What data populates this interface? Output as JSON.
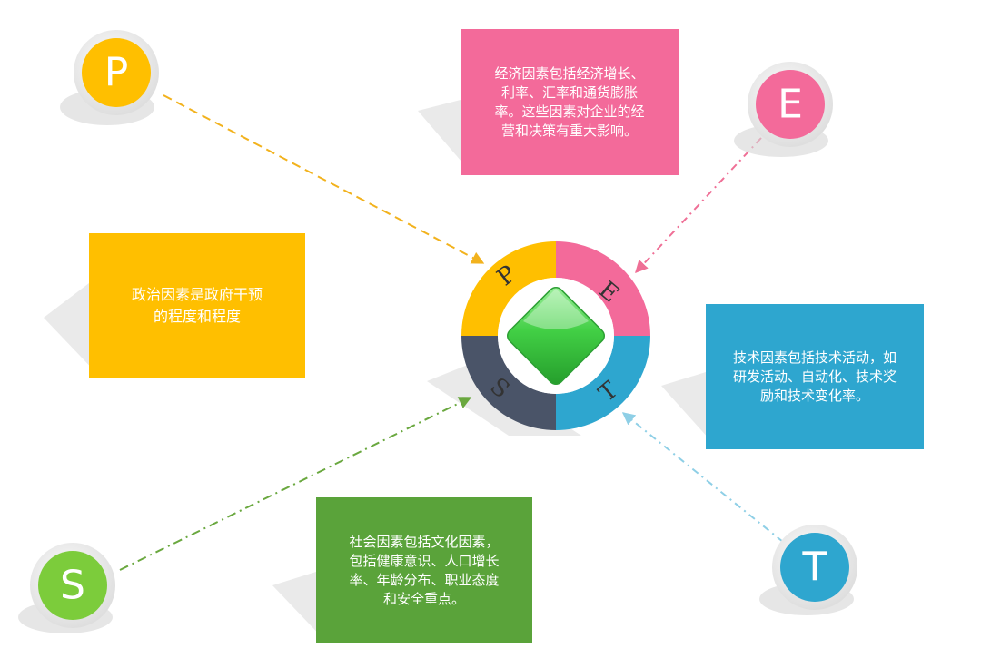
{
  "colors": {
    "political": "#ffbf00",
    "economic": "#f36a9a",
    "technological": "#2ea6cf",
    "social": "#5aa33a",
    "social_segment": "#4a5468",
    "center_diamond": "#3fcf4a"
  },
  "badges": {
    "p": "P",
    "e": "E",
    "s": "S",
    "t": "T"
  },
  "ring_letters": {
    "p": "P",
    "e": "E",
    "s": "S",
    "t": "T"
  },
  "boxes": {
    "political": [
      "政治因素是政府干预",
      "的程度和程度"
    ],
    "economic": [
      "经济因素包括经济增长、",
      "利率、汇率和通货膨胀",
      "率。这些因素对企业的经",
      "营和决策有重大影响。"
    ],
    "technological": [
      "技术因素包括技术活动，如",
      "研发活动、自动化、技术奖",
      "励和技术变化率。"
    ],
    "social": [
      "社会因素包括文化因素，",
      "包括健康意识、人口增长",
      "率、年龄分布、职业态度",
      "和安全重点。"
    ]
  }
}
